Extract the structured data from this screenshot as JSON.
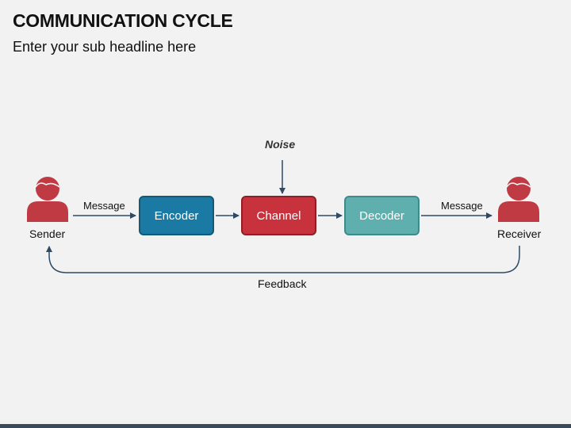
{
  "title": "COMMUNICATION CYCLE",
  "subtitle": "Enter your sub headline here",
  "nodes": {
    "sender": "Sender",
    "receiver": "Receiver",
    "encoder": "Encoder",
    "channel": "Channel",
    "decoder": "Decoder",
    "noise": "Noise"
  },
  "edges": {
    "message_in": "Message",
    "message_out": "Message",
    "feedback": "Feedback"
  },
  "icons": {
    "sender": "person-icon",
    "receiver": "person-icon"
  },
  "colors": {
    "encoder": "#1a7aa3",
    "channel": "#c8323c",
    "decoder": "#5fafaf",
    "person": "#c03a44",
    "arrow": "#2f4a66"
  }
}
